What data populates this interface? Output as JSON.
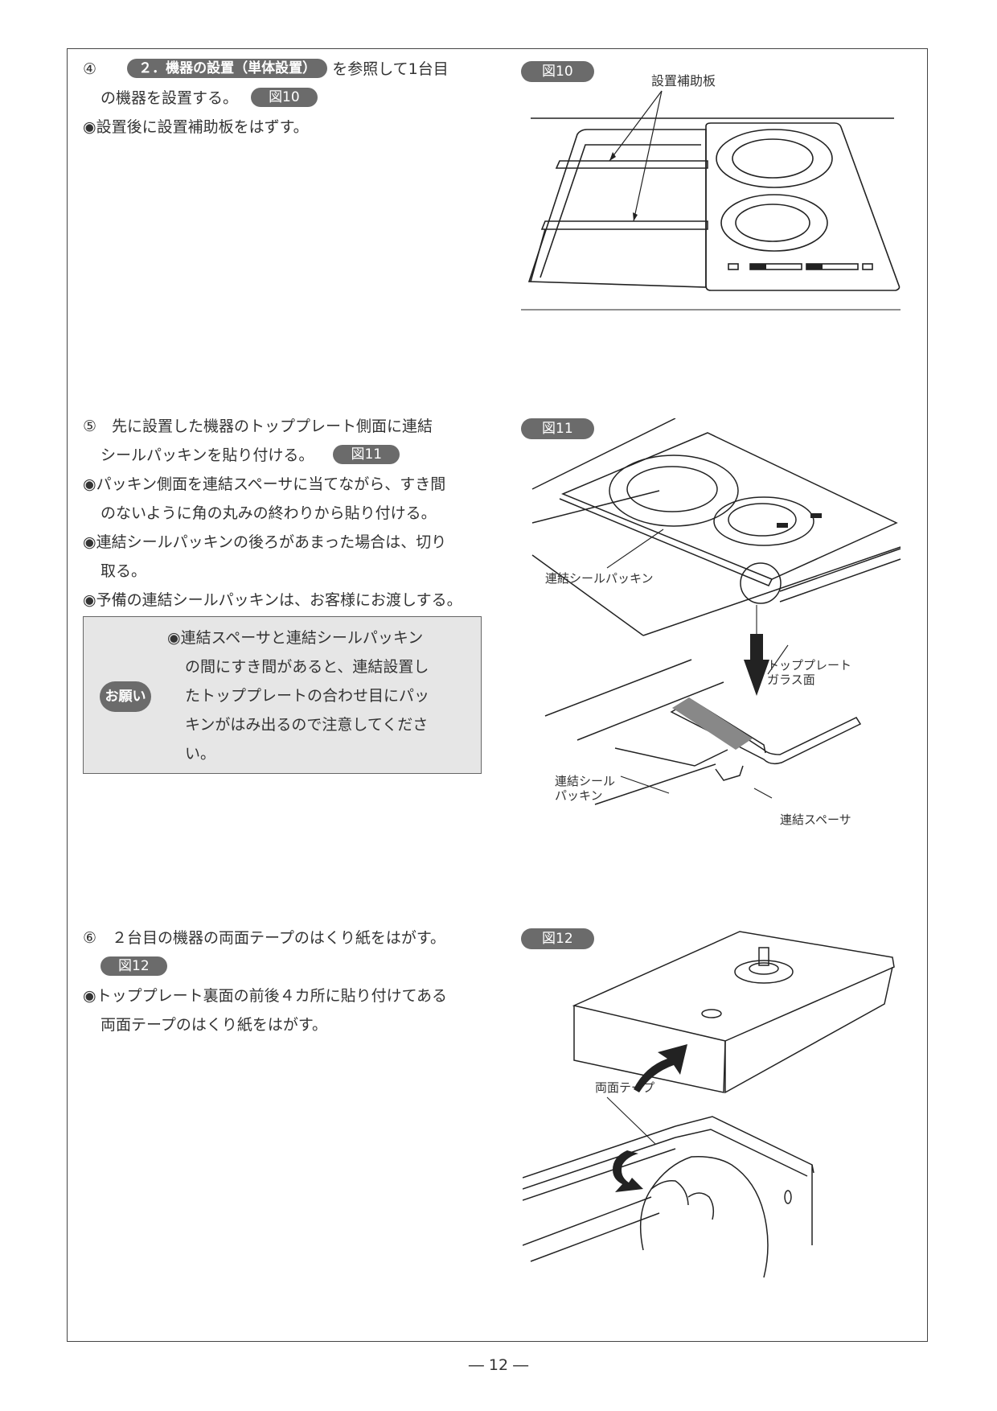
{
  "step4": {
    "number": "④",
    "ref": "２．機器の設置（単体設置）",
    "text_a": "を参照して1台目",
    "text_b": "の機器を設置する。",
    "fig": "図10",
    "bullet1": "◉設置後に設置補助板をはずす。"
  },
  "step5": {
    "line1": "⑤　先に設置した機器のトッププレート側面に連結",
    "line2": "シールパッキンを貼り付ける。",
    "fig": "図11",
    "b1_1": "◉パッキン側面を連結スペーサに当てながら、すき間",
    "b1_2": "のないように角の丸みの終わりから貼り付ける。",
    "b2_1": "◉連結シールパッキンの後ろがあまった場合は、切り",
    "b2_2": "取る。",
    "b3": "◉予備の連結シールパッキンは、お客様にお渡しする。"
  },
  "note": {
    "badge": "お願い",
    "l1": "◉連結スペーサと連結シールパッキン",
    "l2": "の間にすき間があると、連結設置し",
    "l3": "たトッププレートの合わせ目にパッ",
    "l4": "キンがはみ出るので注意してくださ",
    "l5": "い。"
  },
  "step6": {
    "line1": "⑥　２台目の機器の両面テープのはくり紙をはがす。",
    "fig": "図12",
    "b1_1": "◉トッププレート裏面の前後４カ所に貼り付けてある",
    "b1_2": "両面テープのはくり紙をはがす。"
  },
  "fig10": {
    "label": "図10",
    "callout": "設置補助板"
  },
  "fig11": {
    "label": "図11",
    "callout_packing": "連結シールパッキン",
    "callout_glass_1": "トッププレート",
    "callout_glass_2": "ガラス面",
    "callout_seal_1": "連結シール",
    "callout_seal_2": "パッキン",
    "callout_spacer": "連結スペーサ"
  },
  "fig12": {
    "label": "図12",
    "callout": "両面テープ"
  },
  "page_number": "― 12 ―"
}
